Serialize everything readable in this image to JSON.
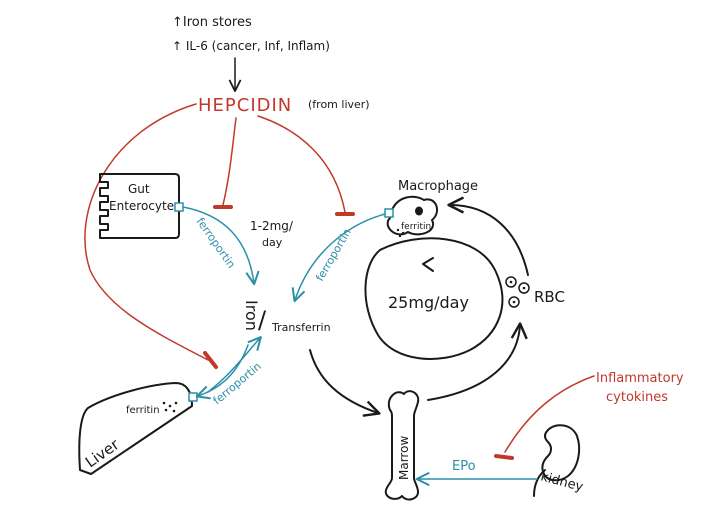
{
  "colors": {
    "ink": "#1a1a1a",
    "inhibit": "#c0392b",
    "ferroportin": "#2b8fa8"
  },
  "drivers": {
    "line1": "↑Iron stores",
    "line2": "↑ IL-6 (cancer, Inf, Inflam)"
  },
  "hepcidin": {
    "title": "HEPCIDIN",
    "source": "(from liver)"
  },
  "gut": {
    "line1": "Gut",
    "line2": "Enterocyte"
  },
  "gut_rate": {
    "line1": "1-2mg/",
    "line2": "day"
  },
  "macrophage": {
    "title": "Macrophage",
    "ferritin": "ferritin"
  },
  "iron": {
    "iron": "Iron",
    "slash": "/",
    "transferrin": "Transferrin"
  },
  "cycle": {
    "rate": "25mg/day",
    "rbc": "RBC"
  },
  "liver": {
    "title": "Liver",
    "ferritin": "ferritin"
  },
  "marrow": {
    "label": "Marrow"
  },
  "kidney": {
    "label": "kidney"
  },
  "epo": {
    "label": "EPo"
  },
  "cytokines": {
    "line1": "Inflammatory",
    "line2": "cytokines"
  },
  "ferroportin": {
    "gut": "ferroportin",
    "macrophage": "ferroportin",
    "liver": "ferroportin"
  }
}
